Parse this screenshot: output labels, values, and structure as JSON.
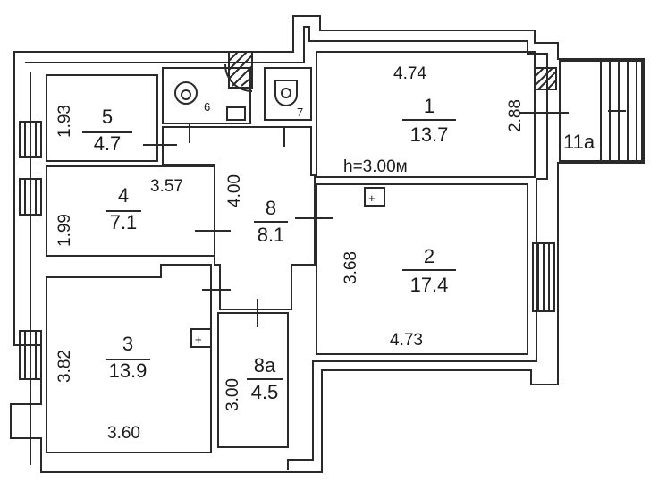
{
  "plan": {
    "ceiling_height": "h=3.00м",
    "rooms": [
      {
        "id": "room-1",
        "number": "1",
        "area": "13.7"
      },
      {
        "id": "room-2",
        "number": "2",
        "area": "17.4"
      },
      {
        "id": "room-3",
        "number": "3",
        "area": "13.9"
      },
      {
        "id": "room-4",
        "number": "4",
        "area": "7.1"
      },
      {
        "id": "room-5",
        "number": "5",
        "area": "4.7"
      },
      {
        "id": "room-8",
        "number": "8",
        "area": "8.1"
      },
      {
        "id": "room-8a",
        "number": "8a",
        "area": "4.5"
      }
    ],
    "labels": {
      "room_6": "6",
      "room_7": "7",
      "room_11a": "11a"
    },
    "dimensions": {
      "room1_width": "4.74",
      "room1_depth": "2.88",
      "room2_depth": "3.68",
      "room2_width": "4.73",
      "room3_depth": "3.82",
      "room3_width": "3.60",
      "room4_depth": "1.99",
      "room4_width": "3.57",
      "room5_depth": "1.93",
      "room8_length": "4.00",
      "room8a_depth": "3.00"
    }
  }
}
